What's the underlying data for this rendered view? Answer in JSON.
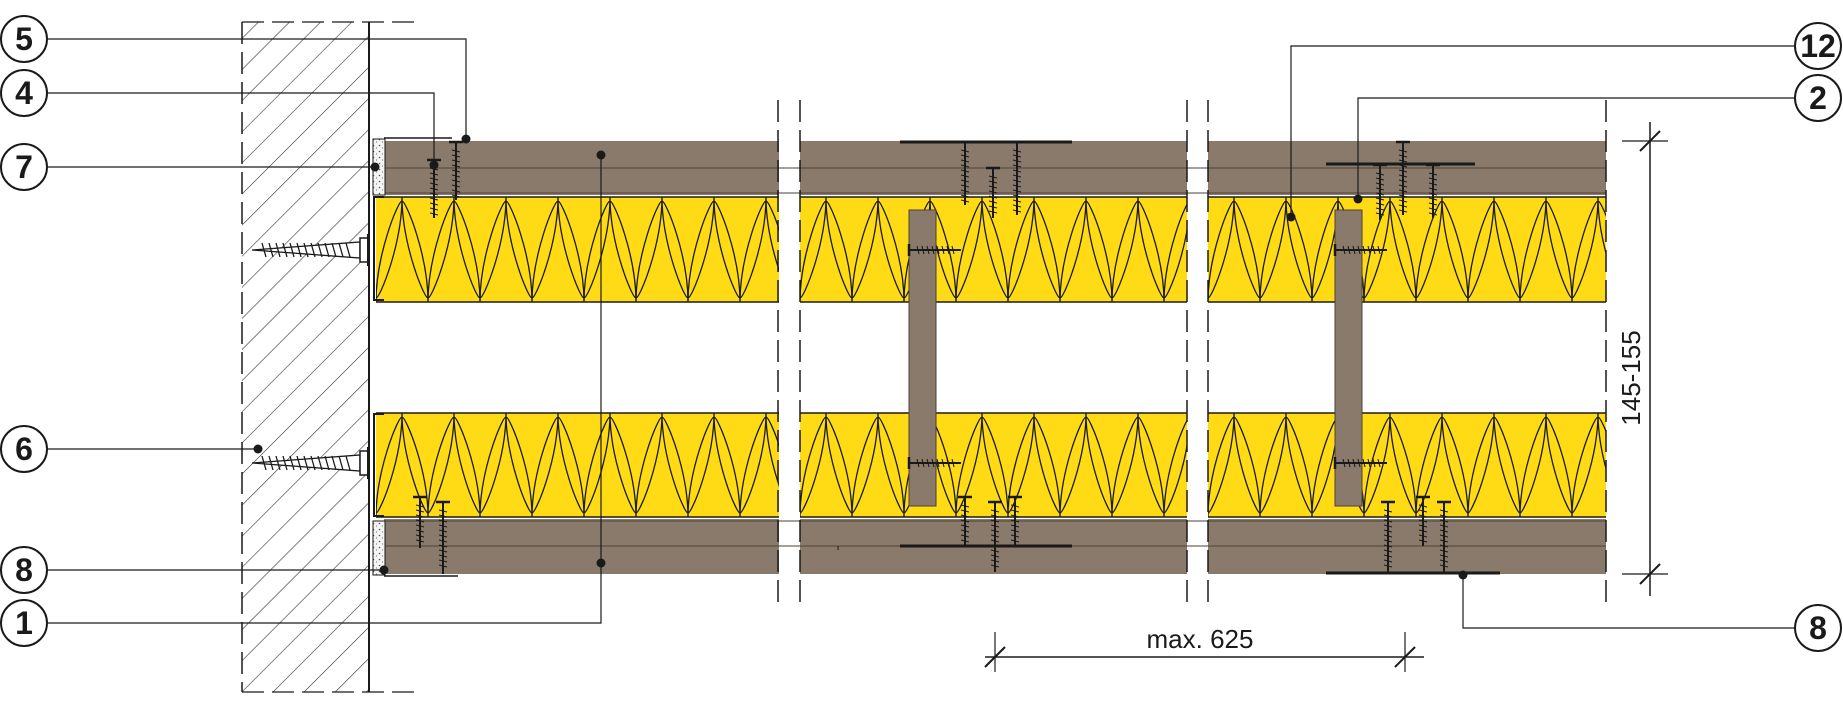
{
  "diagram": {
    "callouts": [
      {
        "id": "c5",
        "label": "5"
      },
      {
        "id": "c4",
        "label": "4"
      },
      {
        "id": "c7",
        "label": "7"
      },
      {
        "id": "c6",
        "label": "6"
      },
      {
        "id": "c8a",
        "label": "8"
      },
      {
        "id": "c1",
        "label": "1"
      },
      {
        "id": "c12",
        "label": "12"
      },
      {
        "id": "c2",
        "label": "2"
      },
      {
        "id": "c8b",
        "label": "8"
      }
    ],
    "dimensions": {
      "spacing": "max. 625",
      "thickness": "145-155"
    },
    "colors": {
      "board": "#8a7a6b",
      "insulation": "#ffdb15",
      "stud": "#8a7a6b",
      "wall_hatch": "#333333",
      "line": "#1a1a1a"
    }
  }
}
